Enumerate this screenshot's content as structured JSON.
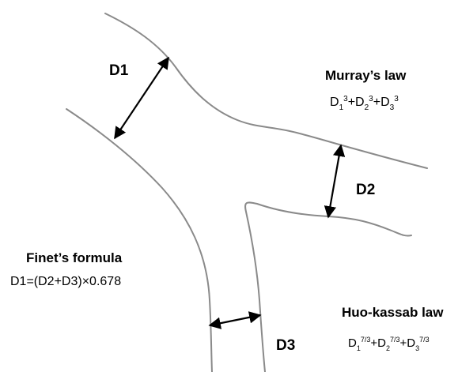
{
  "labels": {
    "d1": "D1",
    "d2": "D2",
    "d3": "D3"
  },
  "laws": {
    "murray": {
      "title": "Murray’s law",
      "terms": [
        {
          "base": "D",
          "sub": "1",
          "sup": "3"
        },
        {
          "base": "D",
          "sub": "2",
          "sup": "3"
        },
        {
          "base": "D",
          "sub": "3",
          "sup": "3"
        }
      ]
    },
    "finet": {
      "title": "Finet’s formula",
      "formula": "D1=(D2+D3)×0.678"
    },
    "huo_kassab": {
      "title": "Huo-kassab law",
      "terms": [
        {
          "base": "D",
          "sub": "1",
          "sup": "7/3"
        },
        {
          "base": "D",
          "sub": "2",
          "sup": "7/3"
        },
        {
          "base": "D",
          "sub": "3",
          "sup": "7/3"
        }
      ]
    }
  },
  "colors": {
    "vessel_wall": "#8a8a8a",
    "dimension_arrow": "#000000",
    "text": "#000000"
  }
}
